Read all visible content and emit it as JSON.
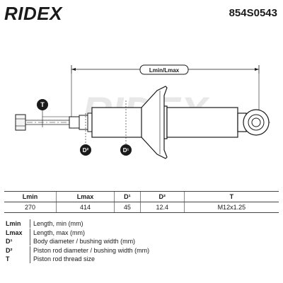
{
  "header": {
    "brand": "RIDEX",
    "part_number": "854S0543"
  },
  "diagram": {
    "dimension_label": "Lmin/Lmax",
    "badge_t": "T",
    "badge_d2": "D²",
    "badge_d1": "D¹",
    "watermark": "RIDEX"
  },
  "table": {
    "headers": [
      "Lmin",
      "Lmax",
      "D¹",
      "D²",
      "T"
    ],
    "values": [
      "270",
      "414",
      "45",
      "12.4",
      "M12x1.25"
    ]
  },
  "legend": [
    {
      "key": "Lmin",
      "desc": "Length, min (mm)"
    },
    {
      "key": "Lmax",
      "desc": "Length, max (mm)"
    },
    {
      "key": "D¹",
      "desc": "Body diameter / bushing width (mm)"
    },
    {
      "key": "D²",
      "desc": "Piston rod diameter / bushing width (mm)"
    },
    {
      "key": "T",
      "desc": "Piston rod thread size"
    }
  ],
  "colors": {
    "badge_fill": "#1a1a1a",
    "accent": "#f2c200",
    "line": "#1a1a1a",
    "watermark": "#e6e6e6"
  }
}
